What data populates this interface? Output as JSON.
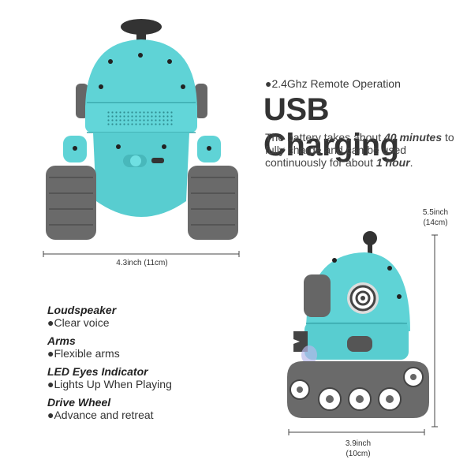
{
  "header": {
    "remote_bullet": "●2.4Ghz Remote Operation",
    "title": "USB Charging",
    "desc_prefix": "The battery takes about ",
    "desc_time1": "40 minutes",
    "desc_mid": " to fully charge and can be used continuously for about ",
    "desc_time2": "1 hour",
    "desc_suffix": "."
  },
  "dimensions": {
    "width_front": "4.3inch (11cm)",
    "height_line1": "5.5inch",
    "height_line2": "(14cm)",
    "width_side_line1": "3.9inch",
    "width_side_line2": "(10cm)"
  },
  "features": [
    {
      "title": "Loudspeaker",
      "desc": "●Clear voice"
    },
    {
      "title": "Arms",
      "desc": "●Flexible arms"
    },
    {
      "title": "LED Eyes Indicator",
      "desc": "●Lights Up When Playing"
    },
    {
      "title": "Drive Wheel",
      "desc": "●Advance and retreat"
    }
  ],
  "colors": {
    "robot_body": "#5fd3d6",
    "robot_dark": "#4bbfc3",
    "tracks": "#6a6a6a",
    "text": "#333333"
  }
}
